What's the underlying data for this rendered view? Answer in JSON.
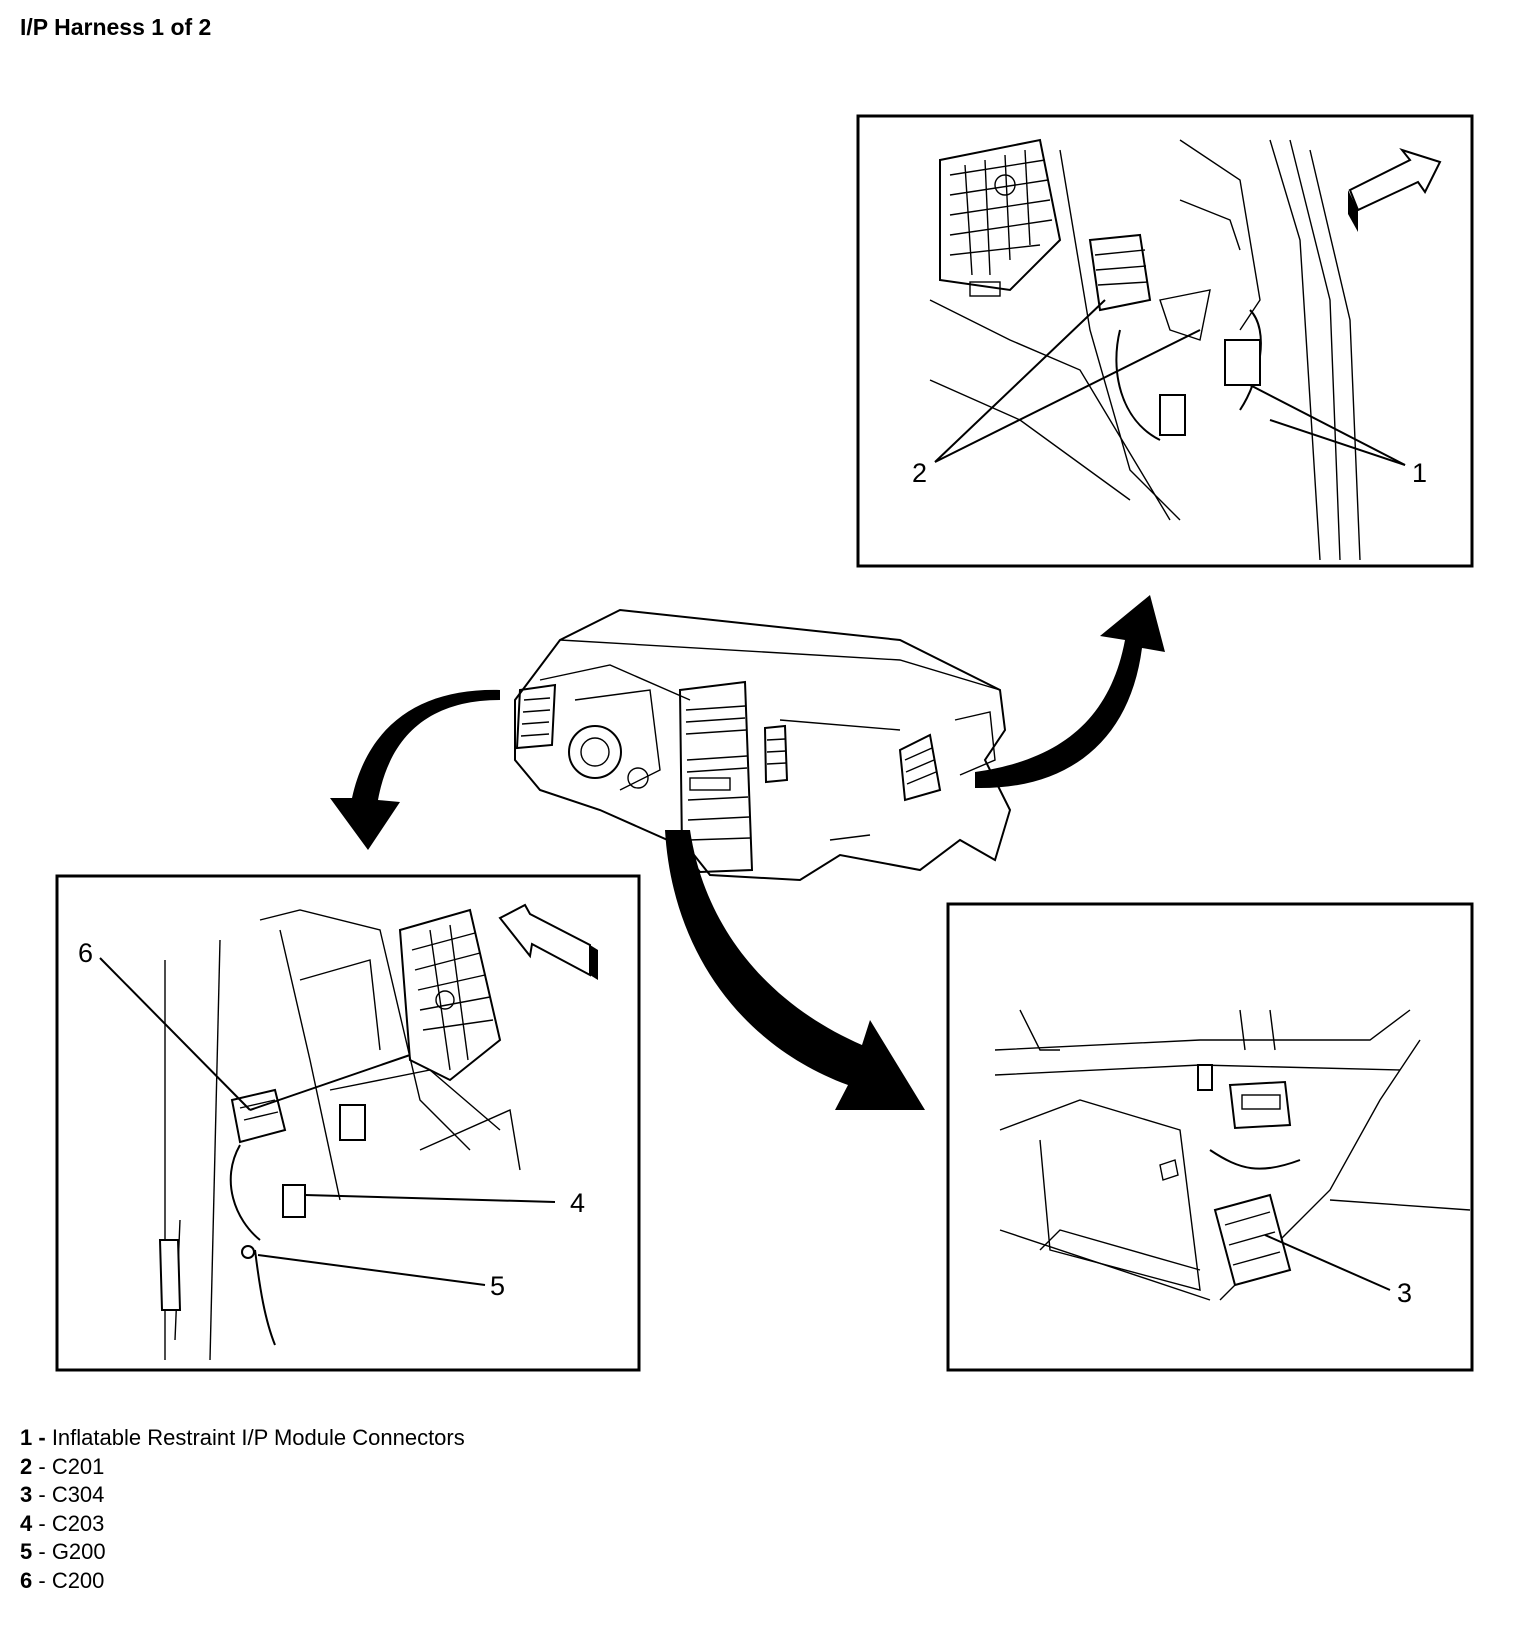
{
  "title": "I/P Harness 1 of 2",
  "callouts": [
    "1",
    "2",
    "3",
    "4",
    "5",
    "6"
  ],
  "legend": [
    {
      "num": "1",
      "sep": " - ",
      "text": "Inflatable Restraint I/P Module Connectors"
    },
    {
      "num": "2",
      "sep": " - ",
      "text": "C201"
    },
    {
      "num": "3",
      "sep": " - ",
      "text": "C304"
    },
    {
      "num": "4",
      "sep": " - ",
      "text": "C203"
    },
    {
      "num": "5",
      "sep": " - ",
      "text": "G200"
    },
    {
      "num": "6",
      "sep": " - ",
      "text": "C200"
    }
  ]
}
